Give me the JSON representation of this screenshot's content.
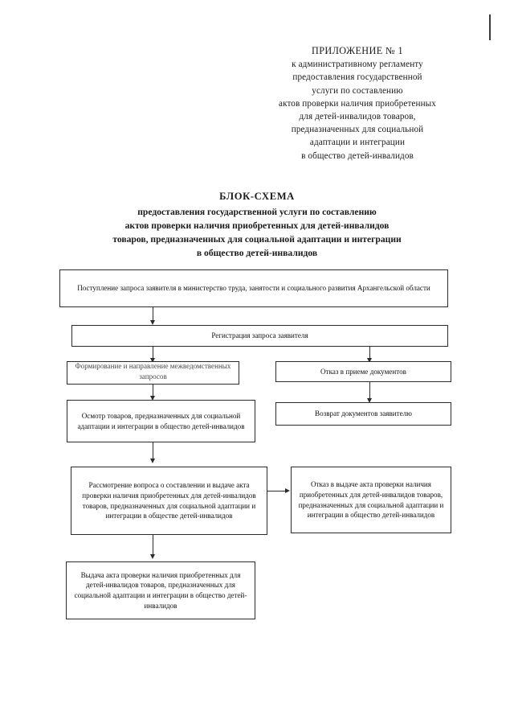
{
  "header": {
    "lines": [
      "ПРИЛОЖЕНИЕ № 1",
      "к административному регламенту",
      "предоставления государственной",
      "услуги по составлению",
      "актов проверки наличия приобретенных",
      "для детей-инвалидов товаров,",
      "предназначенных для социальной",
      "адаптации и интеграции",
      "в общество детей-инвалидов"
    ]
  },
  "title": {
    "lines": [
      "БЛОК-СХЕМА",
      "предоставления государственной услуги по составлению",
      "актов проверки наличия приобретенных для детей-инвалидов",
      "товаров, предназначенных для социальной адаптации и интеграции",
      "в общество детей-инвалидов"
    ]
  },
  "flowchart": {
    "nodes": [
      {
        "id": "request-intake",
        "text": "Поступление запроса заявителя в министерство труда, занятости и социального развития Архангельской области"
      },
      {
        "id": "request-registration",
        "text": "Регистрация запроса заявителя"
      },
      {
        "id": "interagency-requests",
        "text": "Формирование и направление межведомственных запросов"
      },
      {
        "id": "documents-refusal",
        "text": "Отказ в приеме документов"
      },
      {
        "id": "goods-inspection",
        "text": "Осмотр товаров, предназначенных для социальной адаптации и интеграции в общество детей-инвалидов"
      },
      {
        "id": "documents-return",
        "text": "Возврат документов заявителю"
      },
      {
        "id": "act-consideration",
        "text": "Рассмотрение вопроса о составлении и выдаче акта проверки наличия приобретенных для детей-инвалидов товаров, предназначенных для социальной адаптации и интеграции в обществе детей-инвалидов"
      },
      {
        "id": "act-refusal",
        "text": "Отказ в выдаче акта проверки наличия приобретенных для детей-инвалидов товаров, предназначенных для социальной адаптации и интеграции в общество детей-инвалидов"
      },
      {
        "id": "act-issuance",
        "text": "Выдача акта проверки наличия приобретенных для детей-инвалидов товаров, предназначенных для социальной адаптации и интеграции в общество детей-инвалидов"
      }
    ]
  },
  "colors": {
    "ink": "#1a1a1a",
    "border": "#2b2b2b",
    "page": "#ffffff"
  }
}
